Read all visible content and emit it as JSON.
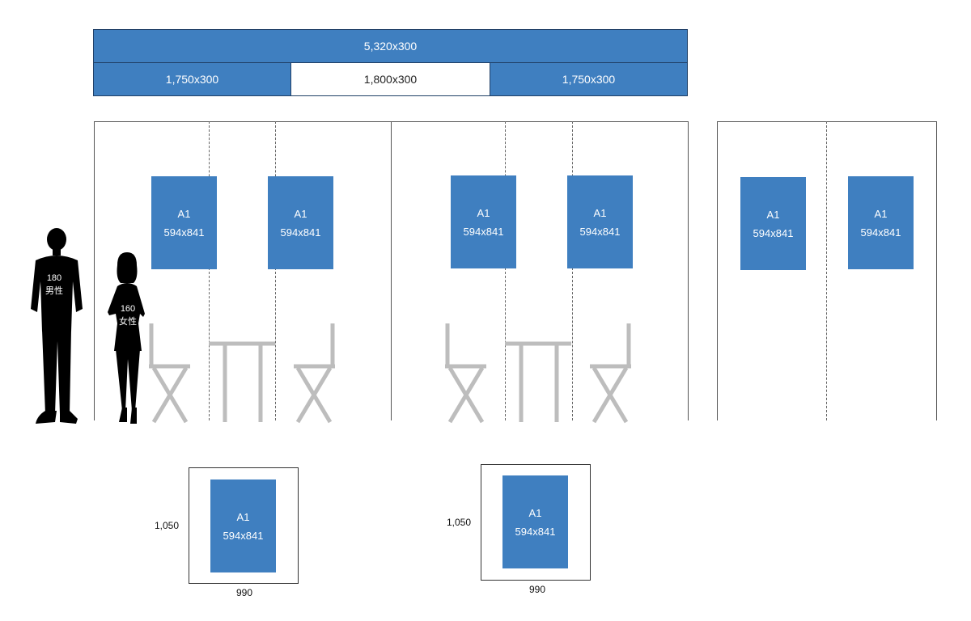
{
  "banner": {
    "top_label": "5,320x300",
    "left_label": "1,750x300",
    "center_label": "1,800x300",
    "right_label": "1,750x300",
    "color": "#3f7fc0"
  },
  "poster": {
    "title": "A1",
    "size": "594x841"
  },
  "people": {
    "male_height": "180",
    "male_label": "男性",
    "female_height": "160",
    "female_label": "女性"
  },
  "standalone_panels": {
    "height_label": "1,050",
    "width_label": "990"
  },
  "colors": {
    "furniture": "#bdbdbd",
    "silhouette": "#000000"
  }
}
